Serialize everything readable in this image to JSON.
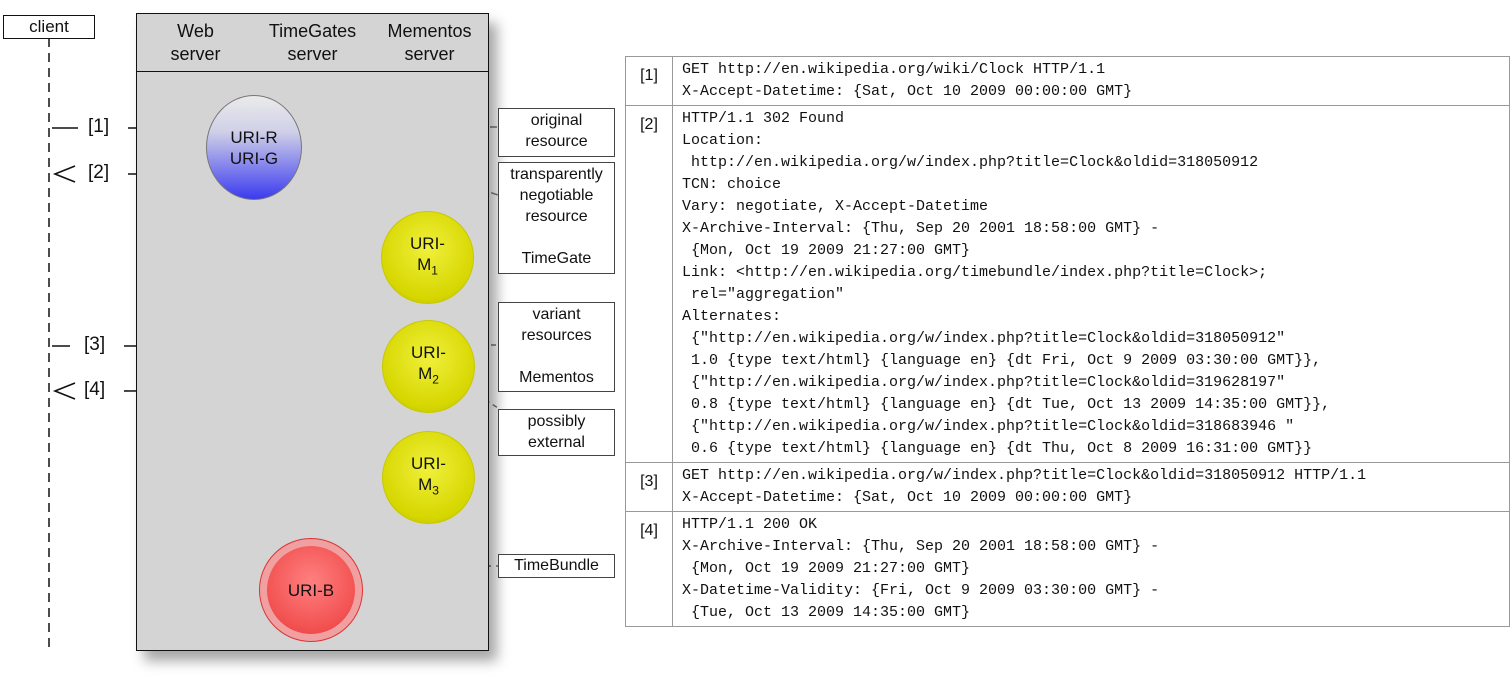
{
  "client": {
    "label": "client"
  },
  "servers": [
    {
      "line1": "Web",
      "line2": "server"
    },
    {
      "line1": "TimeGates",
      "line2": "server"
    },
    {
      "line1": "Mementos",
      "line2": "server"
    }
  ],
  "nodes": {
    "timegate": {
      "line1": "URI-R",
      "line2": "URI-G"
    },
    "m1": {
      "line1": "URI-",
      "base": "M",
      "sub": "1"
    },
    "m2": {
      "line1": "URI-",
      "base": "M",
      "sub": "2"
    },
    "m3": {
      "line1": "URI-",
      "base": "M",
      "sub": "3"
    },
    "bundle": {
      "label": "URI-B"
    }
  },
  "labels": {
    "original": [
      "original",
      "resource"
    ],
    "timegate": [
      "transparently",
      "negotiable",
      "resource",
      "",
      "TimeGate"
    ],
    "variant": [
      "variant",
      "resources",
      "",
      "Mementos"
    ],
    "external": [
      "possibly",
      "external"
    ],
    "bundle": [
      "TimeBundle"
    ]
  },
  "steps": [
    "[1]",
    "[2]",
    "[3]",
    "[4]"
  ],
  "messages": [
    {
      "id": "[1]",
      "lines": [
        "GET http://en.wikipedia.org/wiki/Clock HTTP/1.1",
        "X-Accept-Datetime: {Sat, Oct 10 2009 00:00:00 GMT}"
      ]
    },
    {
      "id": "[2]",
      "lines": [
        "HTTP/1.1 302 Found",
        "Location:",
        " http://en.wikipedia.org/w/index.php?title=Clock&oldid=318050912",
        "TCN: choice",
        "Vary: negotiate, X-Accept-Datetime",
        "X-Archive-Interval: {Thu, Sep 20 2001 18:58:00 GMT} -",
        " {Mon, Oct 19 2009 21:27:00 GMT}",
        "Link: <http://en.wikipedia.org/timebundle/index.php?title=Clock>;",
        " rel=\"aggregation\"",
        "Alternates:",
        " {\"http://en.wikipedia.org/w/index.php?title=Clock&oldid=318050912\"",
        " 1.0 {type text/html} {language en} {dt Fri, Oct 9 2009 03:30:00 GMT}},",
        " {\"http://en.wikipedia.org/w/index.php?title=Clock&oldid=319628197\"",
        " 0.8 {type text/html} {language en} {dt Tue, Oct 13 2009 14:35:00 GMT}},",
        " {\"http://en.wikipedia.org/w/index.php?title=Clock&oldid=318683946 \"",
        " 0.6 {type text/html} {language en} {dt Thu, Oct 8 2009 16:31:00 GMT}}"
      ]
    },
    {
      "id": "[3]",
      "lines": [
        "GET http://en.wikipedia.org/w/index.php?title=Clock&oldid=318050912 HTTP/1.1",
        "X-Accept-Datetime: {Sat, Oct 10 2009 00:00:00 GMT}"
      ]
    },
    {
      "id": "[4]",
      "lines": [
        "HTTP/1.1 200 OK",
        "X-Archive-Interval: {Thu, Sep 20 2001 18:58:00 GMT} -",
        " {Mon, Oct 19 2009 21:27:00 GMT}",
        "X-Datetime-Validity: {Fri, Oct 9 2009 03:30:00 GMT} -",
        " {Tue, Oct 13 2009 14:35:00 GMT}"
      ]
    }
  ]
}
